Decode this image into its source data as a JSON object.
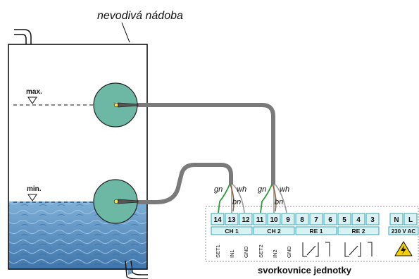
{
  "title": "nevodivá nádoba",
  "levels": {
    "max": "max.",
    "min": "min."
  },
  "wire_colors": {
    "gn": "gn",
    "wh": "wh",
    "bn": "bn"
  },
  "terminals": [
    {
      "n": "14"
    },
    {
      "n": "13"
    },
    {
      "n": "12"
    },
    {
      "n": "11"
    },
    {
      "n": "10"
    },
    {
      "n": "9"
    },
    {
      "n": "8"
    },
    {
      "n": "7"
    },
    {
      "n": "6"
    },
    {
      "n": "5"
    },
    {
      "n": "4"
    },
    {
      "n": "3"
    },
    {
      "n": "N"
    },
    {
      "n": "L"
    }
  ],
  "groups": {
    "ch1": "CH 1",
    "ch2": "CH 2",
    "re1": "RE 1",
    "re2": "RE 2",
    "power": "230 V AC"
  },
  "bottom_labels": {
    "set1": "SET1",
    "in1": "IN1",
    "gnd1": "GND",
    "set2": "SET2",
    "in2": "IN2",
    "gnd2": "GND"
  },
  "caption": "svorkovnice jednotky",
  "colors": {
    "sensor": "#6db8a4",
    "cable": "#7a7a7a",
    "water": "#5d8fc0",
    "green": "#2f9a3a",
    "brown": "#8b5a2b",
    "terminal_fill": "#d9f1f3",
    "terminal_border": "#33a6b3",
    "warning": "#f5d000"
  }
}
